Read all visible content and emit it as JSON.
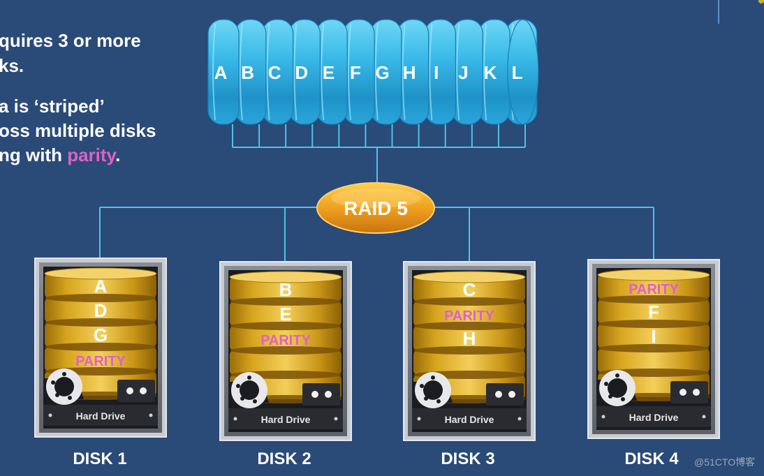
{
  "description": {
    "line1": "quires 3 or more",
    "line2": "ks.",
    "line3": "a is ‘striped’",
    "line4": "oss multiple disks",
    "line5_prefix": "ng with ",
    "line5_parity": "parity",
    "line5_suffix": "."
  },
  "array_letters": [
    "A",
    "B",
    "C",
    "D",
    "E",
    "F",
    "G",
    "H",
    "I",
    "J",
    "K",
    "L"
  ],
  "raid_label": "RAID 5",
  "drive_label": "Hard Drive",
  "disks": [
    {
      "title": "DISK 1",
      "blocks": [
        "A",
        "D",
        "G",
        "PARITY"
      ]
    },
    {
      "title": "DISK 2",
      "blocks": [
        "B",
        "E",
        "PARITY"
      ]
    },
    {
      "title": "DISK 3",
      "blocks": [
        "C",
        "PARITY",
        "H"
      ]
    },
    {
      "title": "DISK 4",
      "blocks": [
        "PARITY",
        "F",
        "I"
      ]
    }
  ],
  "colors": {
    "background": "#2a4a78",
    "connector": "#4fc3e8",
    "array_cyan": "#35b6e6",
    "raid_orange": "#f0a020",
    "platter_gold": "#d9a820",
    "parity_pink": "#e060c8"
  },
  "watermark": "@51CTO博客"
}
